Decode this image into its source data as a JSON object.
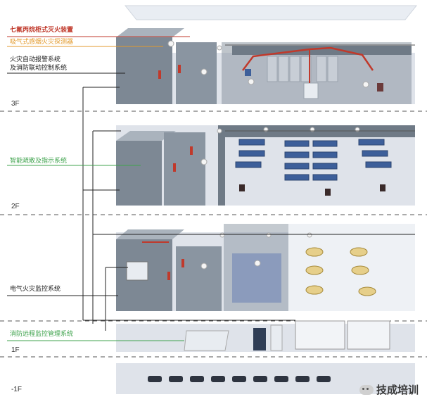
{
  "legend": {
    "heptafluoro": "七氟丙烷柜式灭火装置",
    "gas_sampling": "吸气式感烟火灾探测器",
    "fire_alarm_line1": "火灾自动报警系统",
    "fire_alarm_line2": "及消防联动控制系统",
    "evacuation": "智能疏散及指示系统",
    "electrical": "电气火灾监控系统",
    "remote_monitor": "消防远程监控管理系统"
  },
  "floors": {
    "f3": "3F",
    "f2": "2F",
    "f1": "1F",
    "b1": "-1F"
  },
  "colors": {
    "heptafluoro": "#c0392b",
    "gas_sampling": "#e39a2c",
    "fire_alarm": "#222222",
    "evacuation": "#3fa34d",
    "electrical": "#222222",
    "remote_monitor": "#3fa34d",
    "wall": "#6f7a86",
    "floor": "#dfe3ea",
    "desk": "#3d5f9a"
  },
  "watermark": "技成培训"
}
